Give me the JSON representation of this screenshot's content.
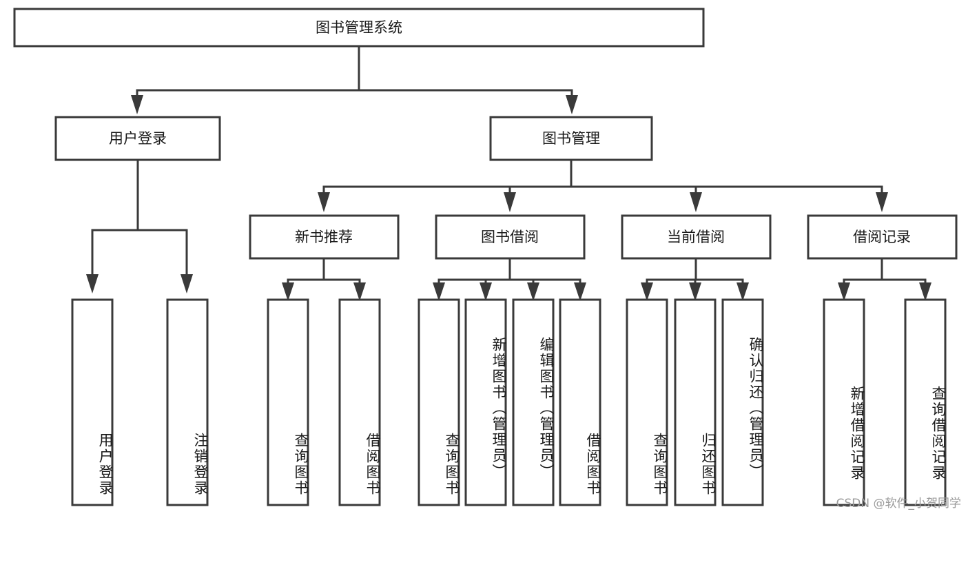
{
  "diagram": {
    "title": "图书管理系统",
    "type": "tree-hierarchy-diagram",
    "root": {
      "id": "root",
      "label": "图书管理系统"
    },
    "level2": [
      {
        "id": "user-login",
        "label": "用户登录"
      },
      {
        "id": "book-management",
        "label": "图书管理"
      }
    ],
    "level3": [
      {
        "id": "new-book-recommend",
        "label": "新书推荐"
      },
      {
        "id": "book-borrow",
        "label": "图书借阅"
      },
      {
        "id": "current-borrow",
        "label": "当前借阅"
      },
      {
        "id": "borrow-record",
        "label": "借阅记录"
      }
    ],
    "leaves": {
      "user_login": [
        {
          "id": "leaf-user-login",
          "label": "用户登录"
        },
        {
          "id": "leaf-logout-login",
          "label": "注销登录"
        }
      ],
      "new_book_recommend": [
        {
          "id": "leaf-query-book-1",
          "label": "查询图书"
        },
        {
          "id": "leaf-borrow-book-1",
          "label": "借阅图书"
        }
      ],
      "book_borrow": [
        {
          "id": "leaf-query-book-2",
          "label": "查询图书"
        },
        {
          "id": "leaf-add-book",
          "label": "新增图书（管理员）"
        },
        {
          "id": "leaf-edit-book",
          "label": "编辑图书（管理员）"
        },
        {
          "id": "leaf-borrow-book-2",
          "label": "借阅图书"
        }
      ],
      "current_borrow": [
        {
          "id": "leaf-query-book-3",
          "label": "查询图书"
        },
        {
          "id": "leaf-return-book",
          "label": "归还图书"
        },
        {
          "id": "leaf-confirm-return",
          "label": "确认归还（管理员）"
        }
      ],
      "borrow_record": [
        {
          "id": "leaf-add-borrow-record",
          "label": "新增借阅记录"
        },
        {
          "id": "leaf-query-borrow-record",
          "label": "查询借阅记录"
        }
      ]
    }
  },
  "watermark": {
    "text": "CSDN @软件_小贺同学"
  },
  "colors": {
    "background": "#ffffff",
    "box_fill": "#ffffff",
    "box_stroke": "#3a3a3a",
    "text": "#1a1a1a",
    "watermark": "#9a9a9a"
  }
}
